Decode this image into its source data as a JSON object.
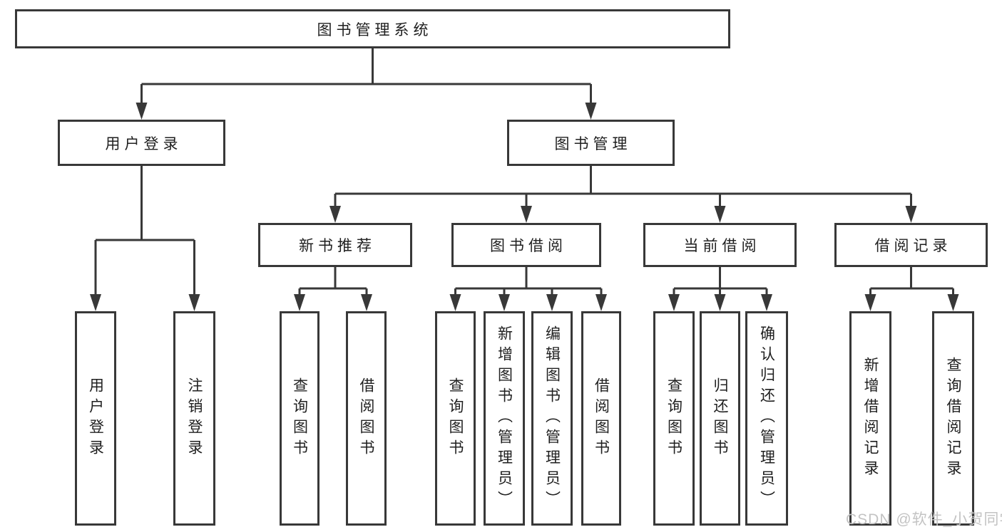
{
  "colors": {
    "line": "#383838",
    "text": "#1f1f1f",
    "watermark": "#c3c3c3",
    "background": "#ffffff"
  },
  "tree": {
    "label": "图书管理系统",
    "children": [
      {
        "label": "用户登录",
        "children": [
          {
            "label": "用户登录"
          },
          {
            "label": "注销登录"
          }
        ]
      },
      {
        "label": "图书管理",
        "children": [
          {
            "label": "新书推荐",
            "children": [
              {
                "label": "查询图书"
              },
              {
                "label": "借阅图书"
              }
            ]
          },
          {
            "label": "图书借阅",
            "children": [
              {
                "label": "查询图书"
              },
              {
                "label": "新增图书（管理员）"
              },
              {
                "label": "编辑图书（管理员）"
              },
              {
                "label": "借阅图书"
              }
            ]
          },
          {
            "label": "当前借阅",
            "children": [
              {
                "label": "查询图书"
              },
              {
                "label": "归还图书"
              },
              {
                "label": "确认归还（管理员）"
              }
            ]
          },
          {
            "label": "借阅记录",
            "children": [
              {
                "label": "新增借阅记录"
              },
              {
                "label": "查询借阅记录"
              }
            ]
          }
        ]
      }
    ]
  },
  "watermark": {
    "text": "CSDN @软件_小贺同学"
  }
}
